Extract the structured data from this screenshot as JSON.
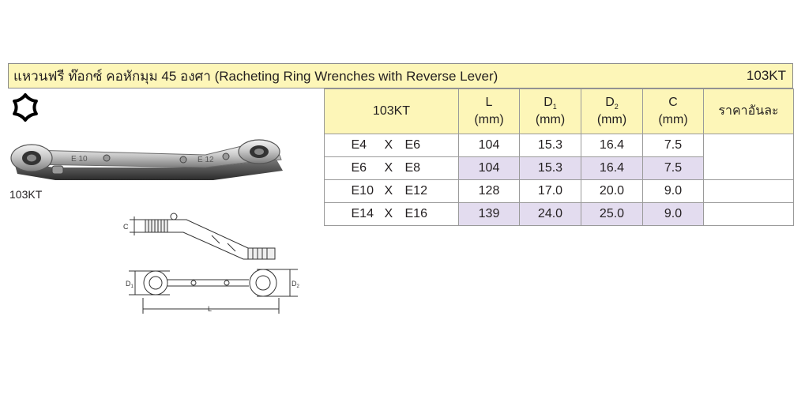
{
  "header": {
    "title": "แหวนฟรี ท๊อกซ์ คอหักมุม 45 องศา (Racheting Ring Wrenches with Reverse Lever)",
    "code": "103KT"
  },
  "photo": {
    "caption": "103KT",
    "engraving": [
      "E 10",
      "E 12"
    ]
  },
  "drawing_labels": {
    "c": "C",
    "d1": "D",
    "d1_sub": "1",
    "d2": "D",
    "d2_sub": "2",
    "l": "L"
  },
  "table": {
    "headers": {
      "model": "103KT",
      "l": "L",
      "l_unit": "(mm)",
      "d1": "D",
      "d1_sub": "1",
      "d1_unit": "(mm)",
      "d2": "D",
      "d2_sub": "2",
      "d2_unit": "(mm)",
      "c": "C",
      "c_unit": "(mm)",
      "price": "ราคาอันละ"
    },
    "rows": [
      {
        "a": "E4",
        "x": "X",
        "b": "E6",
        "l": "104",
        "d1": "15.3",
        "d2": "16.4",
        "c": "7.5"
      },
      {
        "a": "E6",
        "x": "X",
        "b": "E8",
        "l": "104",
        "d1": "15.3",
        "d2": "16.4",
        "c": "7.5"
      },
      {
        "a": "E10",
        "x": "X",
        "b": "E12",
        "l": "128",
        "d1": "17.0",
        "d2": "20.0",
        "c": "9.0"
      },
      {
        "a": "E14",
        "x": "X",
        "b": "E16",
        "l": "139",
        "d1": "24.0",
        "d2": "25.0",
        "c": "9.0"
      }
    ]
  }
}
